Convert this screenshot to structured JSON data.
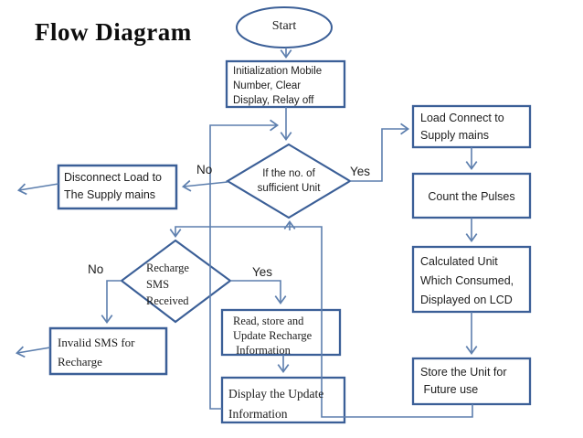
{
  "title": "Flow Diagram",
  "nodes": {
    "start": "Start",
    "init": "Initialization Mobile\nNumber, Clear\nDisplay, Relay off",
    "decision_unit": "If the no. of\nsufficient Unit",
    "disconnect": "Disconnect Load to\nThe Supply mains",
    "load_connect": "Load Connect to\nSupply mains",
    "count_pulses": "Count the Pulses",
    "calculated_unit": "Calculated Unit\nWhich Consumed,\nDisplayed on LCD",
    "store_unit": "Store the Unit for\n Future use",
    "decision_sms": "Recharge\nSMS\nReceived",
    "invalid_sms": "Invalid SMS for\nRecharge",
    "read_store": "Read, store and\nUpdate Recharge\n Information",
    "display_update": "Display the Update\nInformation"
  },
  "branch_labels": {
    "unit_no": "No",
    "unit_yes": "Yes",
    "sms_no": "No",
    "sms_yes": "Yes"
  },
  "colors": {
    "shape_border": "#3b5f97",
    "connector": "#5d7fae",
    "text": "#1d1d1d",
    "background": "#ffffff"
  }
}
